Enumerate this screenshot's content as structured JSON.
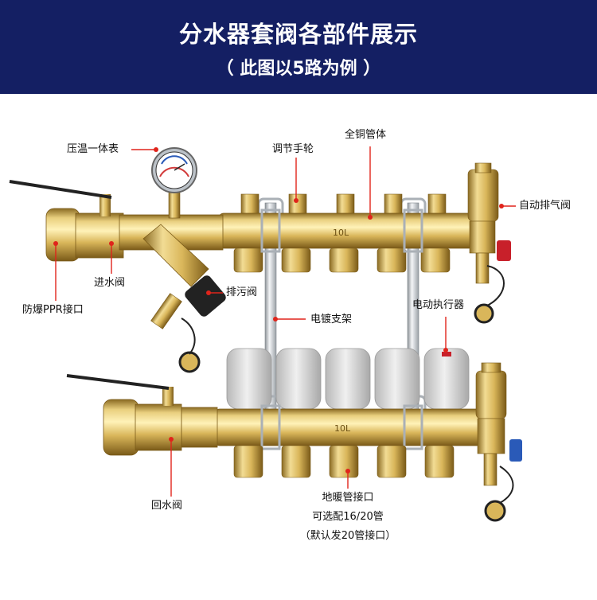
{
  "header": {
    "title": "分水器套阀各部件展示",
    "subtitle": "（ 此图以5路为例 ）"
  },
  "callouts": {
    "gauge": "压温一体表",
    "hand_wheel": "调节手轮",
    "copper_pipe": "全铜管体",
    "auto_vent": "自动排气阀",
    "inlet_valve": "进水阀",
    "drain_valve": "排污阀",
    "ppr_port": "防爆PPR接口",
    "bracket": "电镀支架",
    "actuator": "电动执行器",
    "return_valve": "回水阀",
    "floor_port_line1": "地暖管接口",
    "floor_port_line2": "可选配16/20管",
    "floor_port_line3": "（默认发20管接口）"
  },
  "brand_marks": {
    "upper_pipe": "10L",
    "lower_pipe": "10L"
  },
  "colors": {
    "header_bg": "#141f63",
    "callout_line": "#e0241b",
    "brass": "#d9b65a",
    "chrome": "#c8ccd0",
    "actuator": "#d8d8d8",
    "red_handle": "#c8202a",
    "blue_handle": "#2a5ab8"
  }
}
